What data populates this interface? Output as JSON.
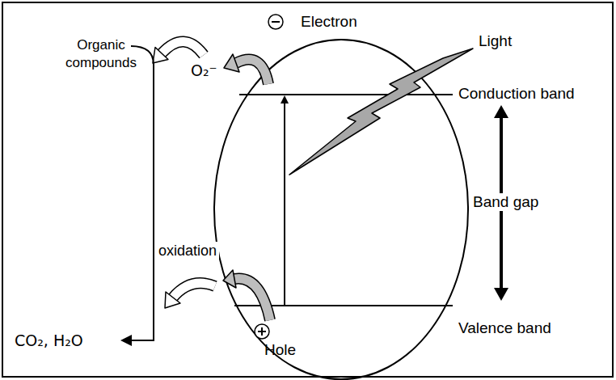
{
  "diagram": {
    "labels": [
      "Organic compounds",
      "O₂⁻",
      "Electron",
      "Light",
      "Conduction band",
      "Band gap",
      "oxidation",
      "Valence band",
      "Hole",
      "CO₂, H₂O"
    ]
  }
}
